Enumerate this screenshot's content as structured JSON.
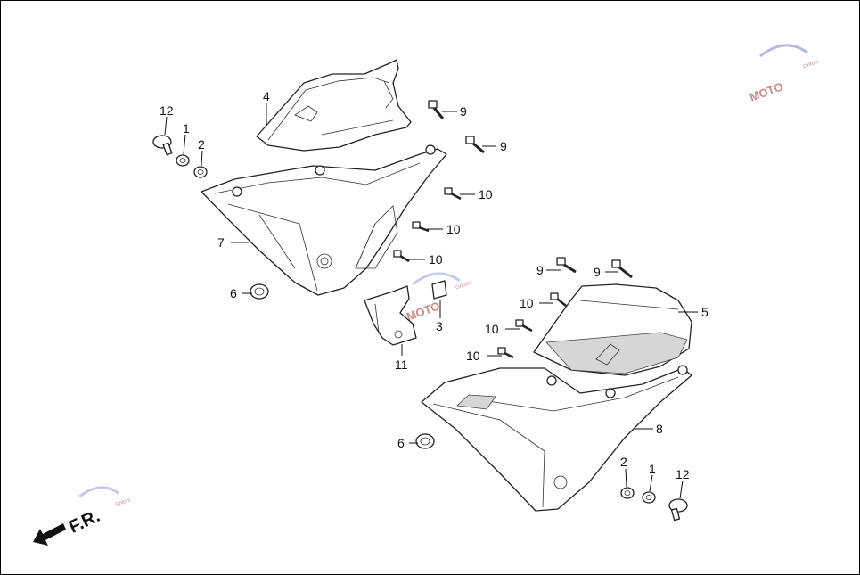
{
  "diagram": {
    "front_indicator": "F.R.",
    "watermark": "MOTO",
    "watermark_small": "Grifoni",
    "callouts": [
      {
        "id": "c12a",
        "text": "12"
      },
      {
        "id": "c1a",
        "text": "1"
      },
      {
        "id": "c2a",
        "text": "2"
      },
      {
        "id": "c4",
        "text": "4"
      },
      {
        "id": "c9a",
        "text": "9"
      },
      {
        "id": "c9b",
        "text": "9"
      },
      {
        "id": "c10a",
        "text": "10"
      },
      {
        "id": "c10b",
        "text": "10"
      },
      {
        "id": "c10c",
        "text": "10"
      },
      {
        "id": "c7",
        "text": "7"
      },
      {
        "id": "c6a",
        "text": "6"
      },
      {
        "id": "c3",
        "text": "3"
      },
      {
        "id": "c11",
        "text": "11"
      },
      {
        "id": "c9c",
        "text": "9"
      },
      {
        "id": "c9d",
        "text": "9"
      },
      {
        "id": "c10d",
        "text": "10"
      },
      {
        "id": "c10e",
        "text": "10"
      },
      {
        "id": "c10f",
        "text": "10"
      },
      {
        "id": "c5",
        "text": "5"
      },
      {
        "id": "c8",
        "text": "8"
      },
      {
        "id": "c6b",
        "text": "6"
      },
      {
        "id": "c2b",
        "text": "2"
      },
      {
        "id": "c1b",
        "text": "1"
      },
      {
        "id": "c12b",
        "text": "12"
      }
    ]
  }
}
